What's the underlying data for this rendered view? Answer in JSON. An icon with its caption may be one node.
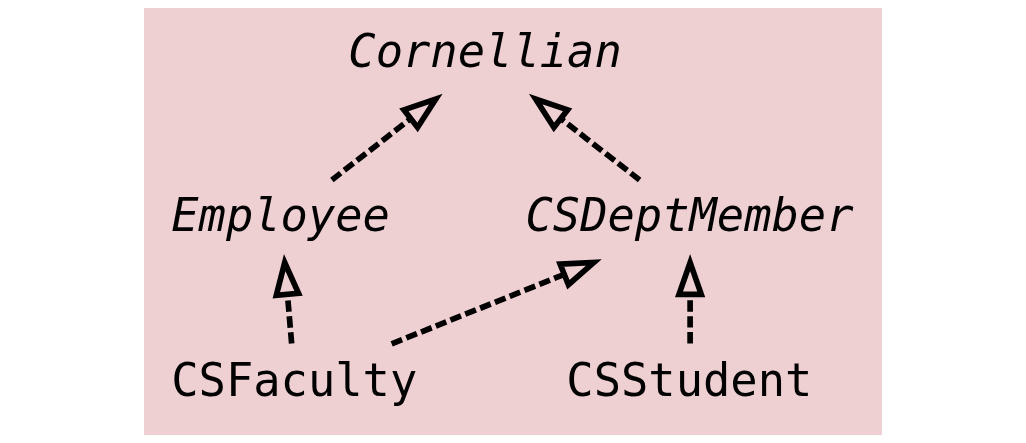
{
  "diagram": {
    "nodes": [
      {
        "text": [
          "Cornellian"
        ]
      },
      {
        "text": [
          "Employee"
        ]
      },
      {
        "text": [
          "CSDeptMember"
        ]
      },
      {
        "text": [
          "CSFaculty"
        ]
      },
      {
        "text": [
          "CSStudent"
        ]
      }
    ],
    "edges": [
      {
        "from": 1,
        "to": 0,
        "arrow": "to",
        "style": "dashed"
      },
      {
        "from": 2,
        "to": 0,
        "arrow": "to",
        "style": "dashed"
      },
      {
        "from": 3,
        "to": 1,
        "arrow": "to",
        "style": "dashed"
      },
      {
        "from": 3,
        "to": 2,
        "arrow": "to",
        "style": "dashed"
      },
      {
        "from": 4,
        "to": 2,
        "arrow": "to",
        "style": "dashed"
      }
    ]
  }
}
